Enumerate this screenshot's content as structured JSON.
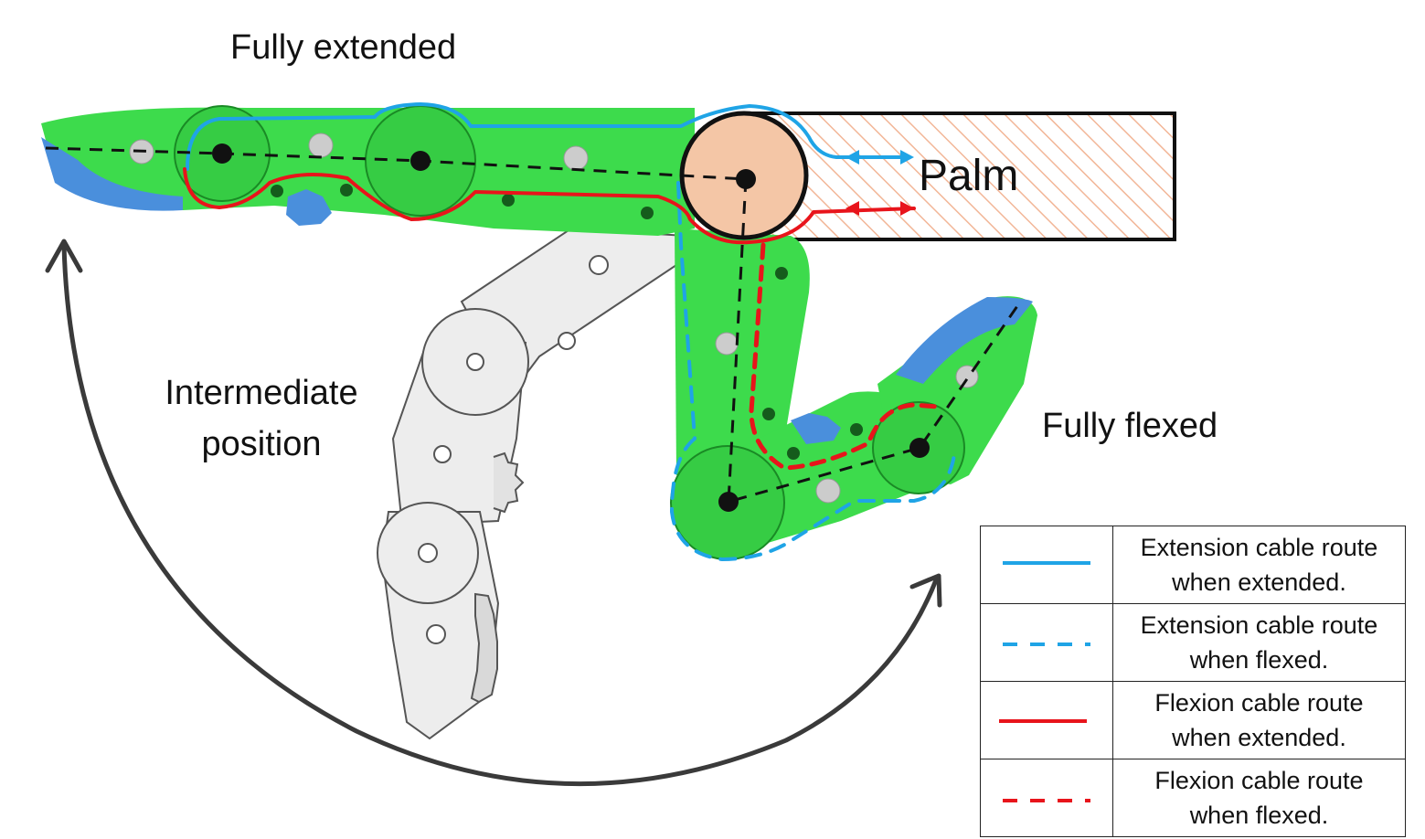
{
  "labels": {
    "fully_extended": "Fully extended",
    "palm": "Palm",
    "intermediate_line1": "Intermediate",
    "intermediate_line2": "position",
    "fully_flexed": "Fully flexed"
  },
  "legend": [
    {
      "line1": "Extension cable route",
      "line2": "when extended.",
      "color": "#1fa4e6",
      "style": "solid"
    },
    {
      "line1": "Extension cable route",
      "line2": "when flexed.",
      "color": "#1fa4e6",
      "style": "dashed"
    },
    {
      "line1": "Flexion cable route",
      "line2": "when extended.",
      "color": "#e8141b",
      "style": "solid"
    },
    {
      "line1": "Flexion cable route",
      "line2": "when flexed.",
      "color": "#e8141b",
      "style": "dashed"
    }
  ],
  "colors": {
    "finger_green": "#3ddb4c",
    "gear_blue": "#4a8fdc",
    "extension_cable": "#1fa4e6",
    "flexion_cable": "#e8141b",
    "palm_pulley": "#f4c6a6",
    "palm_hatch": "#f2b697",
    "ghost_finger": "#e9e9e9",
    "motion_arrow": "#3a3a3a"
  }
}
